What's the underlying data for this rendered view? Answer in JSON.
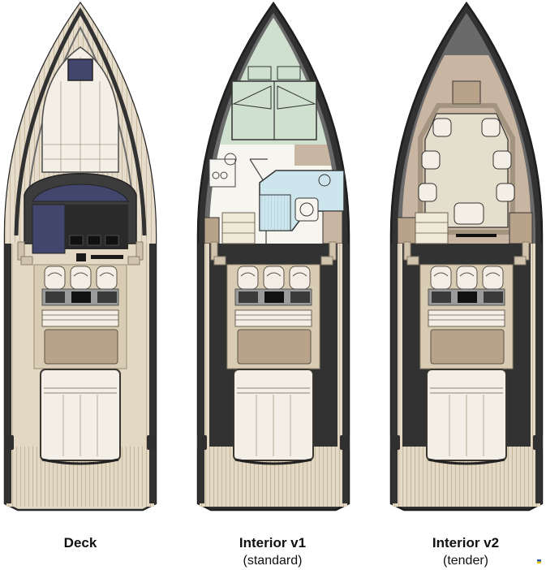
{
  "colors": {
    "wood": "#e3d8c4",
    "wood_line": "#bfae92",
    "hull": "#323232",
    "cushion": "#f4efe6",
    "brown_pad": "#b8a38a",
    "console_glass": "#42466c",
    "interior_grey": "#6a6a6a",
    "v1_bedroom": "#cfe0cf",
    "v1_bath": "#cde6ee",
    "v1_floor": "#c9b6a2",
    "v2_floor": "#e4decc",
    "mark_blue": "#2a5db0",
    "mark_yellow": "#f2c300"
  },
  "labels": [
    {
      "title": "Deck",
      "subtitle": ""
    },
    {
      "title": "Interior v1",
      "subtitle": "(standard)"
    },
    {
      "title": "Interior v2",
      "subtitle": "(tender)"
    }
  ]
}
